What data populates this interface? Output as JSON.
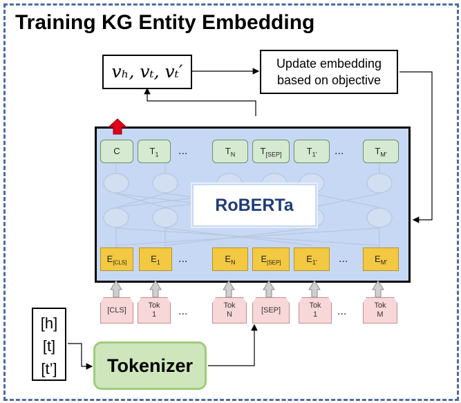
{
  "title": "Training KG Entity Embedding",
  "triple": "vₕ, vₜ, vₜ′",
  "update_box": [
    "Update embedding",
    "based on objective"
  ],
  "model_label": "RoBERTa",
  "output_tokens": [
    {
      "main": "C",
      "sub": ""
    },
    {
      "main": "T",
      "sub": "1"
    },
    {
      "main": "T",
      "sub": "N"
    },
    {
      "main": "T",
      "sub": "[SEP]"
    },
    {
      "main": "T",
      "sub": "1'"
    },
    {
      "main": "T",
      "sub": "M'"
    }
  ],
  "embeddings": [
    {
      "main": "E",
      "sub": "[CLS]"
    },
    {
      "main": "E",
      "sub": "1"
    },
    {
      "main": "E",
      "sub": "N"
    },
    {
      "main": "E",
      "sub": "[SEP]"
    },
    {
      "main": "E",
      "sub": "1'"
    },
    {
      "main": "E",
      "sub": "M'"
    }
  ],
  "raw_tokens": [
    [
      "[CLS]"
    ],
    [
      "Tok",
      "1"
    ],
    [
      "Tok",
      "N"
    ],
    [
      "[SEP]"
    ],
    [
      "Tok",
      "1"
    ],
    [
      "Tok",
      "M"
    ]
  ],
  "ellipsis": "...",
  "inputs": [
    "[h]",
    "[t]",
    "[t’]"
  ],
  "tokenizer": "Tokenizer",
  "colors": {
    "border_dash": "#4a6aa5",
    "model_bg": "#c7d8f5",
    "cls_arrow": "#e0001b"
  }
}
